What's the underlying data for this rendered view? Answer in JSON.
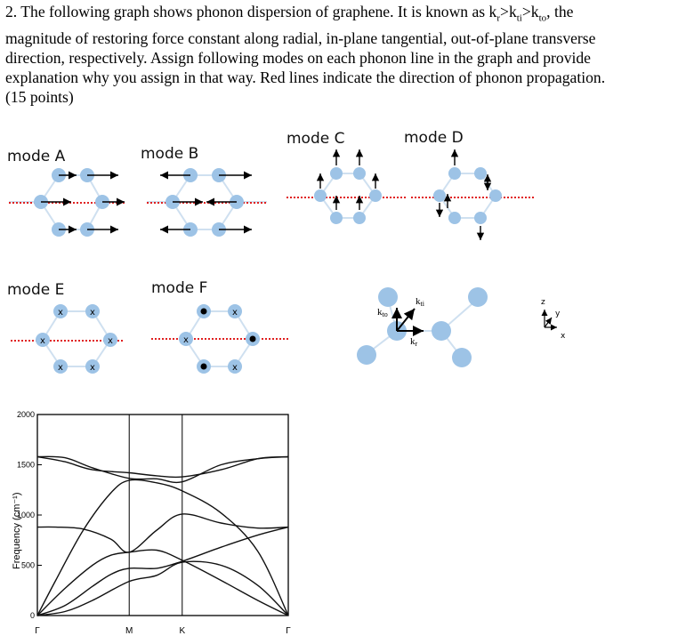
{
  "question": {
    "lines": [
      "2. The following graph shows phonon dispersion of graphene. It is known as kr>kti>kto, the",
      "magnitude of restoring force constant along radial, in-plane tangential, out-of-plane transverse",
      "direction, respectively. Assign following modes on each phonon line in the graph and provide",
      "explanation why you assign in that way. Red lines indicate the direction of phonon propagation.",
      "(15 points)"
    ]
  },
  "modes": {
    "a": "mode A",
    "b": "mode B",
    "c": "mode C",
    "d": "mode D",
    "e": "mode E",
    "f": "mode F"
  },
  "force_diagram": {
    "kr": "k",
    "kr_sub": "r",
    "kti": "k",
    "kti_sub": "ti",
    "kto": "k",
    "kto_sub": "to",
    "axis_z": "z",
    "axis_y": "y",
    "axis_x": "x"
  },
  "colors": {
    "atom": "#9dc3e6",
    "propagation": "#e02020",
    "arrow": "#000000"
  },
  "chart_data": {
    "type": "line",
    "title": "",
    "xlabel": "",
    "ylabel": "Frequency (cm⁻¹)",
    "ylim": [
      0,
      2000
    ],
    "yticks": [
      0,
      500,
      1000,
      1500,
      2000
    ],
    "xtick_labels": [
      "Γ",
      "M",
      "K",
      "Γ"
    ],
    "x_points": [
      0,
      1,
      1.577,
      2.732
    ],
    "series": [
      {
        "x": [
          0,
          0.3,
          0.6,
          1.0,
          1.3,
          1.577,
          2.0,
          2.4,
          2.732
        ],
        "values": [
          1580,
          1570,
          1470,
          1365,
          1360,
          1330,
          1500,
          1560,
          1580
        ]
      },
      {
        "x": [
          0,
          0.3,
          0.6,
          1.0,
          1.3,
          1.577,
          2.0,
          2.4,
          2.732
        ],
        "values": [
          1580,
          1530,
          1450,
          1420,
          1390,
          1380,
          1450,
          1560,
          1580
        ]
      },
      {
        "x": [
          0,
          0.2,
          0.5,
          0.8,
          1.0,
          1.3,
          1.577,
          2.0,
          2.4,
          2.732
        ],
        "values": [
          0,
          350,
          850,
          1220,
          1345,
          1320,
          1240,
          1020,
          640,
          0
        ]
      },
      {
        "x": [
          0,
          0.2,
          0.5,
          0.8,
          1.0,
          1.3,
          1.577,
          2.0,
          2.4,
          2.732
        ],
        "values": [
          880,
          880,
          860,
          760,
          630,
          850,
          1010,
          920,
          870,
          880
        ]
      },
      {
        "x": [
          0,
          0.3,
          0.6,
          0.8,
          1.0,
          1.3,
          1.577,
          2.0,
          2.4,
          2.732
        ],
        "values": [
          0,
          270,
          500,
          600,
          630,
          650,
          550,
          350,
          150,
          0
        ]
      },
      {
        "x": [
          0,
          0.3,
          0.6,
          0.8,
          1.0,
          1.3,
          1.577,
          2.0,
          2.4,
          2.732
        ],
        "values": [
          0,
          100,
          290,
          410,
          470,
          470,
          540,
          680,
          800,
          880
        ]
      },
      {
        "x": [
          0,
          0.3,
          0.6,
          1.0,
          1.3,
          1.577,
          2.0,
          2.4,
          2.732
        ],
        "values": [
          0,
          40,
          150,
          340,
          400,
          530,
          500,
          300,
          0
        ]
      }
    ]
  }
}
